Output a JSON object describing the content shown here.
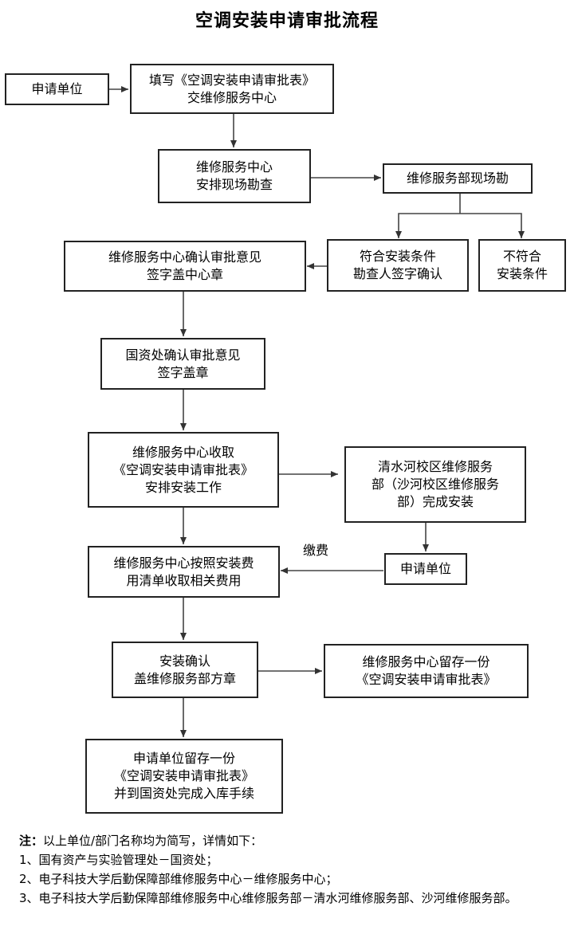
{
  "title": "空调安装申请审批流程",
  "nodes": {
    "apply_unit_top": "申请单位",
    "fill_form_1": "填写《空调安装申请审批表》",
    "fill_form_2": "交维修服务中心",
    "arrange_survey_1": "维修服务中心",
    "arrange_survey_2": "安排现场勘查",
    "dept_survey": "维修服务部现场勘",
    "meets_1": "符合安装条件",
    "meets_2": "勘查人签字确认",
    "not_meet_1": "不符合",
    "not_meet_2": "安装条件",
    "confirm_center_1": "维修服务中心确认审批意见",
    "confirm_center_2": "签字盖中心章",
    "assets_confirm_1": "国资处确认审批意见",
    "assets_confirm_2": "签字盖章",
    "collect_form_1": "维修服务中心收取",
    "collect_form_2": "《空调安装申请审批表》",
    "collect_form_3": "安排安装工作",
    "install_dept_1": "清水河校区维修服务",
    "install_dept_2": "部（沙河校区维修服务",
    "install_dept_3": "部）完成安装",
    "charge_fee_1": "维修服务中心按照安装费",
    "charge_fee_2": "用清单收取相关费用",
    "apply_unit_pay": "申请单位",
    "install_confirm_1": "安装确认",
    "install_confirm_2": "盖维修服务部方章",
    "center_keep_1": "维修服务中心留存一份",
    "center_keep_2": "《空调安装申请审批表》",
    "unit_keep_1": "申请单位留存一份",
    "unit_keep_2": "《空调安装申请审批表》",
    "unit_keep_3": "并到国资处完成入库手续"
  },
  "pay_label": "缴费",
  "notes": {
    "label": "注：",
    "intro": "以上单位/部门名称均为简写，详情如下：",
    "items": [
      "1、国有资产与实验管理处－国资处；",
      "2、电子科技大学后勤保障部维修服务中心－维修服务中心；",
      "3、电子科技大学后勤保障部维修服务中心维修服务部－清水河维修服务部、沙河维修服务部。"
    ]
  }
}
